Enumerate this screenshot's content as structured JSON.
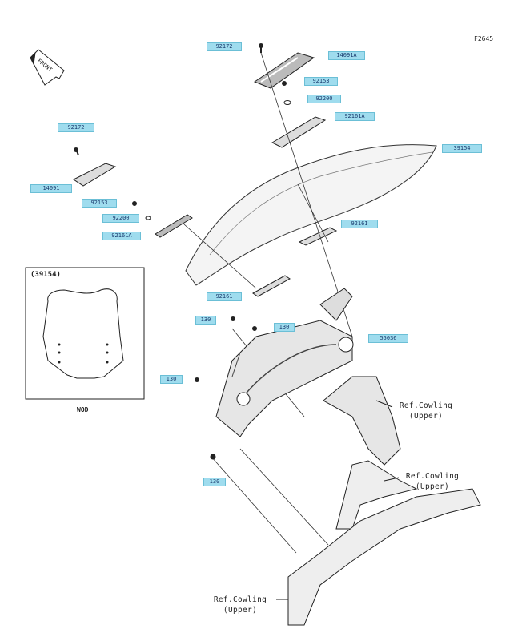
{
  "diagram_code": "F2645",
  "front_label": "FRONT",
  "inset": {
    "title": "(39154)",
    "caption": "WOD"
  },
  "parts": {
    "p92172_top": "92172",
    "p14091a": "14091A",
    "p92153_top": "92153",
    "p92200_top": "92200",
    "p92161a_top": "92161A",
    "p39154": "39154",
    "p92172_left": "92172",
    "p14091": "14091",
    "p92153_left": "92153",
    "p92200_left": "92200",
    "p92161a_left": "92161A",
    "p92161_right": "92161",
    "p92161_lower": "92161",
    "p130_a": "130",
    "p130_b": "130",
    "p55036": "55036",
    "p130_c": "130",
    "p130_d": "130"
  },
  "refs": {
    "r1_line1": "Ref.Cowling",
    "r1_line2": "(Upper)",
    "r2_line1": "Ref.Cowling",
    "r2_line2": "(Upper)",
    "r3_line1": "Ref.Cowling",
    "r3_line2": "(Upper)"
  }
}
